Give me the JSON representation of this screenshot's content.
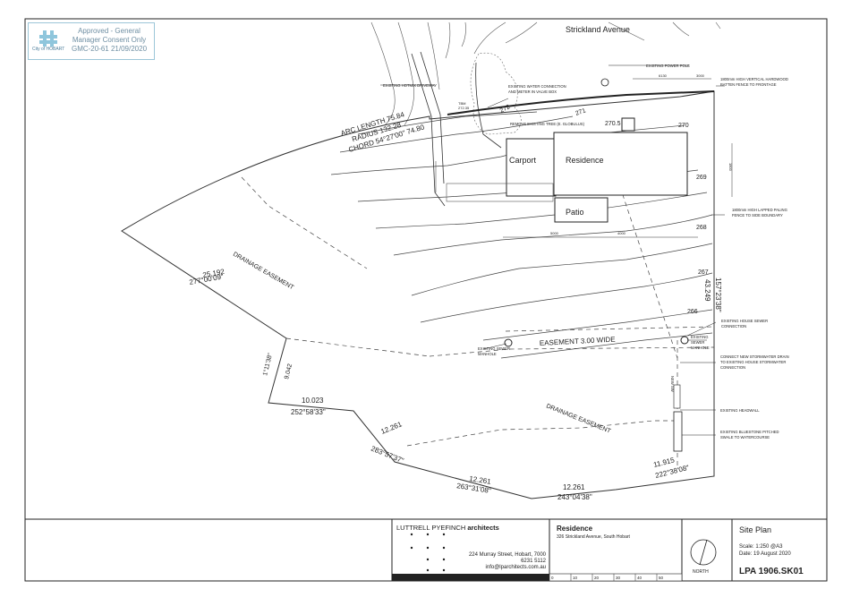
{
  "stamp": {
    "logo_text": "City of HOBART",
    "line1": "Approved - General",
    "line2": "Manager Consent Only",
    "line3": "GMC-20-61 21/09/2020"
  },
  "plan": {
    "street": "Strickland Avenue",
    "arc_length": "ARC LENGTH 75.84",
    "radius": "RADIUS 132.28",
    "chord": "CHORD 54°27'00\" 74.80",
    "carport": "Carport",
    "residence": "Residence",
    "patio": "Patio",
    "drainage_easement_1": "DRAINAGE  EASEMENT",
    "drainage_easement_2": "DRAINAGE  EASEMENT",
    "easement": "EASEMENT  3.00  WIDE",
    "tbm": "TBM",
    "tbm_val": "272.35",
    "dims": {
      "d1": "25.192",
      "b1": "277°00'09\"",
      "d2": "1°11'38\"",
      "b2": "9.042",
      "d3": "10.023",
      "b3": "252°58'33\"",
      "d4": "12.261",
      "b4": "283°57'37\"",
      "d5": "12.261",
      "b5": "263°31'08\"",
      "d6": "12.261",
      "b6": "243°04'38\"",
      "d7": "11.915",
      "b7": "222°38'08\"",
      "d8": "157°23'38\"",
      "b8": "43.249"
    },
    "contours": [
      "272",
      "271",
      "270.5",
      "270",
      "269",
      "268",
      "267",
      "266"
    ],
    "setback_1": "5000",
    "setback_2": "4000",
    "dim_6130": "6130",
    "dim_3000": "3000",
    "fence_dim": "1800",
    "notes": {
      "n1": "EXISTING POWER POLE",
      "n2": "EXISTING HOTMIX DRIVEWAY",
      "n3a": "EXISTING WATER CONNECTION",
      "n3b": "AND METER IN VALVE BOX",
      "n4": "REMOVE EXISTING TREE (E. GLOBULUS)",
      "n5a": "1800mm HIGH VERTICAL HARDWOOD",
      "n5b": "BATTEN FENCE TO FRONTAGE",
      "n6a": "1800mm HIGH LAPPED PALING",
      "n6b": "FENCE TO SIDE BOUNDARY",
      "n7a": "EXISTING HOUSE SEWER",
      "n7b": "CONNECTION",
      "n8a": "EXISTING",
      "n8b": "SEWER",
      "n8c": "MANHOLE",
      "n9a": "EXISTING SEWER",
      "n9b": "MANHOLE",
      "n10a": "CONNECT NEW STORMWATER DRAIN",
      "n10b": "TO EXISTING HOUSE STORMWATER",
      "n10c": "CONNECTION",
      "n11": "EXISTING HEADWALL",
      "n12a": "EXISTING BLUESTONE PITCHED",
      "n12b": "SWALE TO WATERCOURSE",
      "n13": "NEW SW"
    }
  },
  "titleblock": {
    "firm_a": "LUTTRELL PYEFINCH",
    "firm_b": "architects",
    "address": "224 Murray Street, Hobart, 7000",
    "phone": "6231 5112",
    "email": "info@lparchitects.com.au",
    "project": "Residence",
    "project_addr": "326 Strickland Avenue, South Hobart",
    "north": "NORTH",
    "sheet_title": "Site Plan",
    "scale": "Scale: 1:250 @A3",
    "date": "Date: 19 August 2020",
    "number": "LPA 1906.SK01",
    "scale_ticks": [
      "0",
      "10",
      "20",
      "30",
      "40",
      "50"
    ]
  }
}
